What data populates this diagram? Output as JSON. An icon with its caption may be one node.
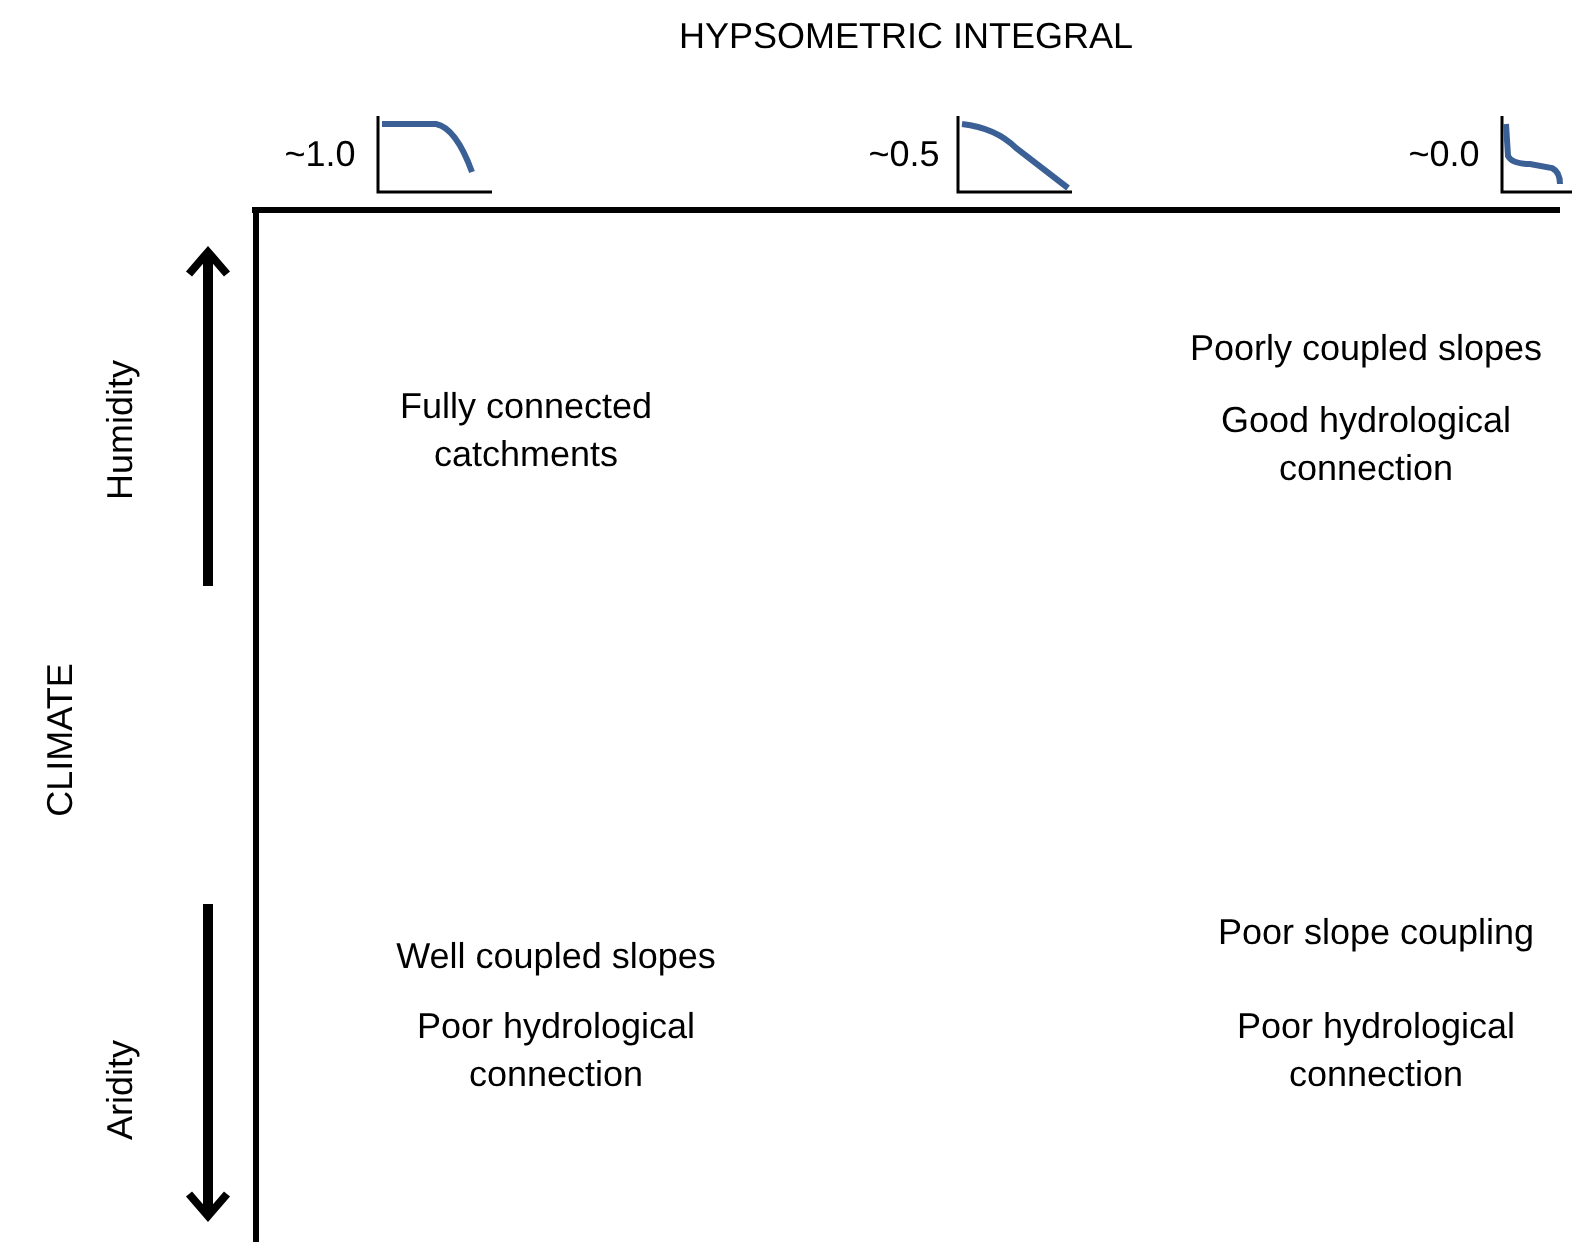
{
  "diagram": {
    "labels": [
      "HYPSOMETRIC INTEGRAL",
      "~1.0",
      "~0.5",
      "~0.0",
      "Humidity",
      "CLIMATE",
      "Aridity",
      "Fully connected catchments",
      "Poorly coupled slopes",
      "Good hydrological connection",
      "Well coupled slopes",
      "Poor hydrological connection",
      "Poor slope coupling",
      "Poor hydrological connection"
    ]
  }
}
